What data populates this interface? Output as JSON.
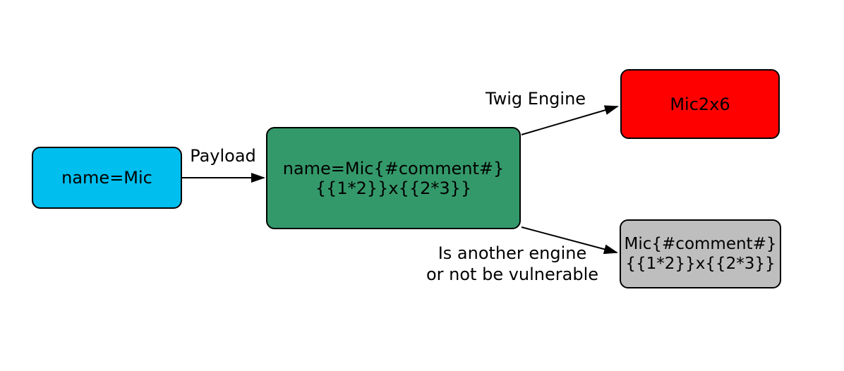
{
  "diagram": {
    "background_color": "#ffffff",
    "edge_color": "#000000",
    "node_border_color": "#000000",
    "nodes": {
      "input": {
        "label": "name=Mic",
        "fill": "#00bfef"
      },
      "payload": {
        "line1": "name=Mic{#comment#}",
        "line2": "{{1*2}}x{{2*3}}",
        "fill": "#34996a"
      },
      "twig_result": {
        "label": "Mic2x6",
        "fill": "#fe0000"
      },
      "other_result": {
        "line1": "Mic{#comment#}",
        "line2": "{{1*2}}x{{2*3}}",
        "fill": "#bebebe"
      }
    },
    "edge_labels": {
      "payload": "Payload",
      "twig": "Twig Engine",
      "other_line1": "Is another engine",
      "other_line2": "or not be vulnerable"
    }
  }
}
